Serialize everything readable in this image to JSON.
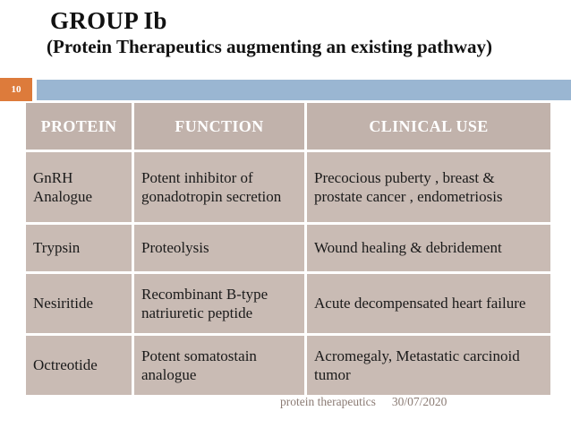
{
  "header": {
    "title": "GROUP Ib",
    "subtitle": "(Protein Therapeutics augmenting an existing pathway)",
    "page_number": "10"
  },
  "table": {
    "headers": [
      "PROTEIN",
      "FUNCTION",
      "CLINICAL USE"
    ],
    "rows": [
      {
        "protein": "GnRH Analogue",
        "function": "Potent inhibitor of gonadotropin secretion",
        "clinical_use": "Precocious puberty , breast & prostate cancer , endometriosis"
      },
      {
        "protein": "Trypsin",
        "function": "Proteolysis",
        "clinical_use": "Wound healing & debridement"
      },
      {
        "protein": "Nesiritide",
        "function": "Recombinant B-type natriuretic peptide",
        "clinical_use": "Acute decompensated heart failure"
      },
      {
        "protein": "Octreotide",
        "function": "Potent somatostain analogue",
        "clinical_use": "Acromegaly, Metastatic carcinoid tumor"
      }
    ]
  },
  "footer": {
    "label": "protein therapeutics",
    "date": "30/07/2020"
  },
  "colors": {
    "accent_orange": "#DD7B3B",
    "accent_blue": "#9AB6D2",
    "table_header_bg": "#C1B2AB",
    "table_cell_bg": "#C9BBB4",
    "header_text": "#FFFFFF",
    "body_text": "#1A1A1A",
    "footer_text": "#8B7B74"
  }
}
